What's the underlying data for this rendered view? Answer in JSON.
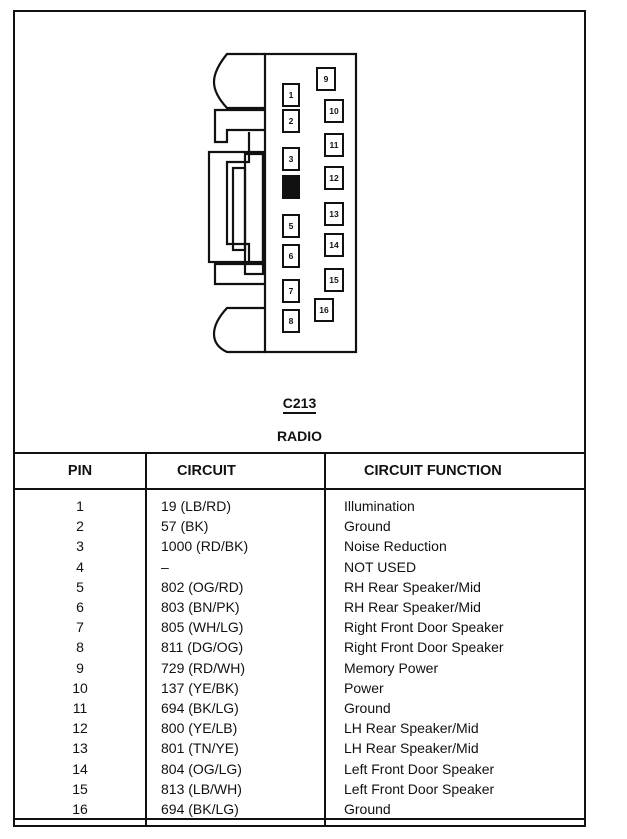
{
  "connector": {
    "id": "C213",
    "name": "RADIO",
    "pins_left_column": [
      "1",
      "2",
      "3",
      "4",
      "5",
      "6",
      "7",
      "8"
    ],
    "pins_right_column": [
      "9",
      "10",
      "11",
      "12",
      "13",
      "14",
      "15",
      "16"
    ],
    "filled_pin": "4"
  },
  "table": {
    "headers": {
      "pin": "PIN",
      "circuit": "CIRCUIT",
      "function": "CIRCUIT FUNCTION"
    },
    "rows": [
      {
        "pin": "1",
        "circuit": "19 (LB/RD)",
        "function": "Illumination"
      },
      {
        "pin": "2",
        "circuit": "57 (BK)",
        "function": "Ground"
      },
      {
        "pin": "3",
        "circuit": "1000 (RD/BK)",
        "function": "Noise Reduction"
      },
      {
        "pin": "4",
        "circuit": "–",
        "function": "NOT USED"
      },
      {
        "pin": "5",
        "circuit": "802 (OG/RD)",
        "function": "RH Rear Speaker/Mid"
      },
      {
        "pin": "6",
        "circuit": "803 (BN/PK)",
        "function": "RH Rear Speaker/Mid"
      },
      {
        "pin": "7",
        "circuit": "805 (WH/LG)",
        "function": "Right Front Door Speaker"
      },
      {
        "pin": "8",
        "circuit": "811 (DG/OG)",
        "function": "Right Front Door Speaker"
      },
      {
        "pin": "9",
        "circuit": "729 (RD/WH)",
        "function": "Memory Power"
      },
      {
        "pin": "10",
        "circuit": "137 (YE/BK)",
        "function": "Power"
      },
      {
        "pin": "11",
        "circuit": "694 (BK/LG)",
        "function": "Ground"
      },
      {
        "pin": "12",
        "circuit": "800 (YE/LB)",
        "function": "LH Rear Speaker/Mid"
      },
      {
        "pin": "13",
        "circuit": "801 (TN/YE)",
        "function": "LH Rear Speaker/Mid"
      },
      {
        "pin": "14",
        "circuit": "804 (OG/LG)",
        "function": "Left Front Door Speaker"
      },
      {
        "pin": "15",
        "circuit": "813 (LB/WH)",
        "function": "Left Front Door Speaker"
      },
      {
        "pin": "16",
        "circuit": "694 (BK/LG)",
        "function": "Ground"
      }
    ]
  }
}
